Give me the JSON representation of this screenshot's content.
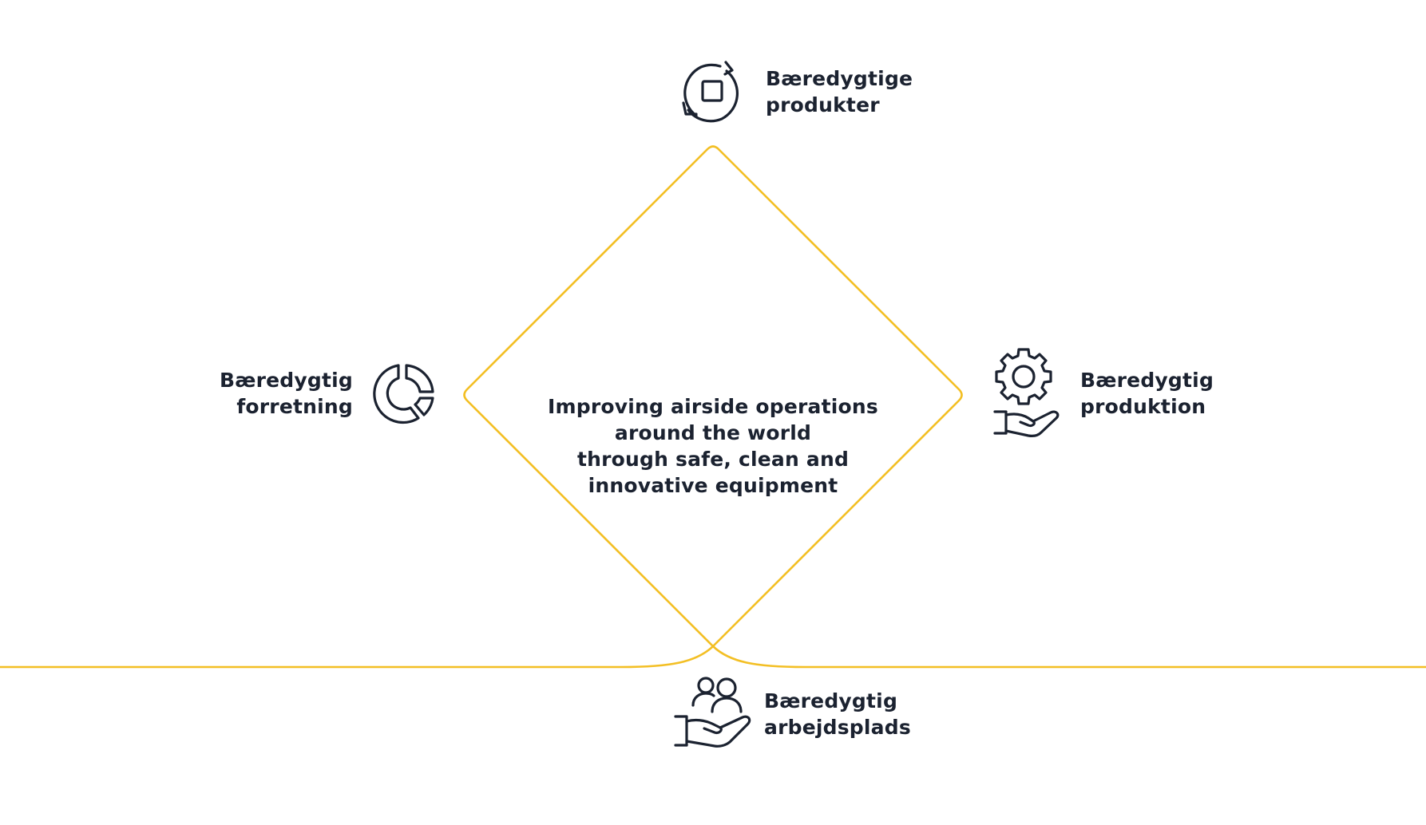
{
  "colors": {
    "accent_line": "#F3BF24",
    "text": "#1B2230"
  },
  "center": {
    "lines": [
      "Improving airside operations",
      "around the world",
      "through safe, clean and",
      "innovative equipment"
    ]
  },
  "nodes": {
    "top": {
      "icon": "recycle-square-icon",
      "lines": [
        "Bæredygtige",
        "produkter"
      ]
    },
    "left": {
      "icon": "donut-chart-icon",
      "lines": [
        "Bæredygtig",
        "forretning"
      ]
    },
    "right": {
      "icon": "gear-hand-icon",
      "lines": [
        "Bæredygtig",
        "produktion"
      ]
    },
    "bottom": {
      "icon": "people-hand-icon",
      "lines": [
        "Bæredygtig",
        "arbejdsplads"
      ]
    }
  }
}
